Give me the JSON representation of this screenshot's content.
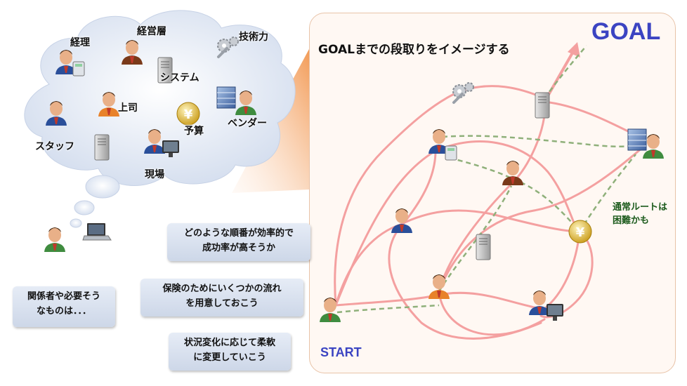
{
  "cloud_labels": {
    "keiri": "経理",
    "keieisou": "経営層",
    "gijutsu": "技術力",
    "system": "システム",
    "joushi": "上司",
    "yosan": "予算",
    "vendor": "ベンダー",
    "staff": "スタッフ",
    "genba": "現場"
  },
  "thinker_bubble": "関係者や必要そう\nなものは．．．",
  "callouts": {
    "order": "どのような順番が効率的で\n成功率が高そうか",
    "flows": "保険のためにいくつかの流れ\nを用意しておこう",
    "flexible": "状況変化に応じて柔軟\nに変更していこう"
  },
  "panel": {
    "title": "GOALまでの段取りをイメージする",
    "goal": "GOAL",
    "start": "START",
    "note": "通常ルートは\n困難かも"
  },
  "colors": {
    "route_pink": "#f4a0a0",
    "route_green": "#8fb07a",
    "goal_blue": "#3b44c2",
    "callout_bg": "#d6deed"
  }
}
